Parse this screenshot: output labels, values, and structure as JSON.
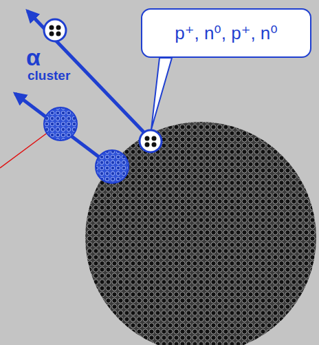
{
  "diagram": {
    "nodes": [
      {
        "text": [
          "p⁺, n⁰, p⁺, n⁰"
        ]
      }
    ],
    "labels": [
      "α",
      "cluster"
    ]
  }
}
